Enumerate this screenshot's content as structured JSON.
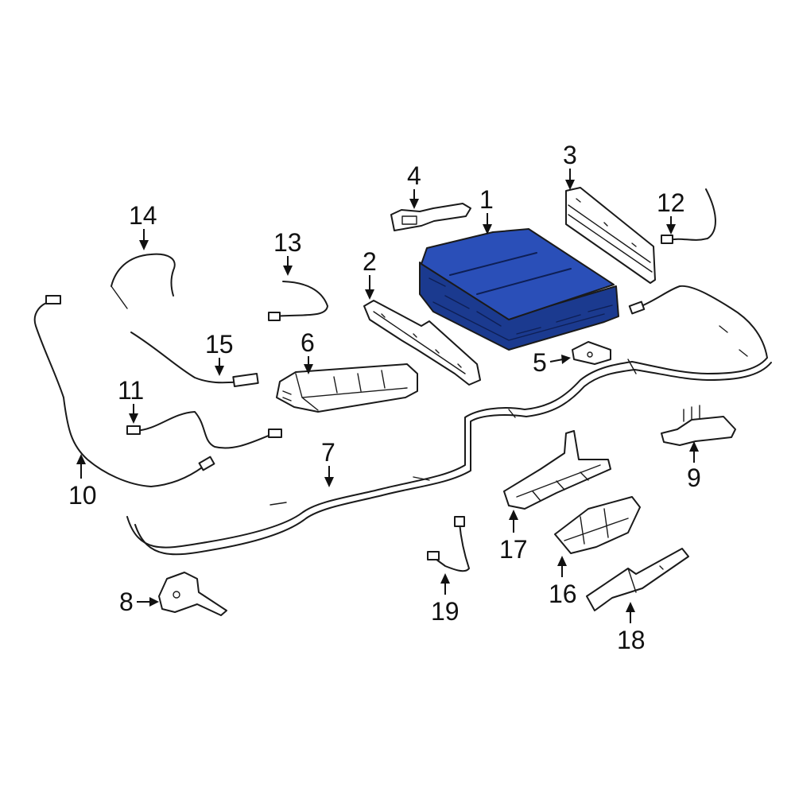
{
  "diagram": {
    "highlight_color": "#2a4fb8",
    "highlight_dark": "#1b3a8f",
    "line_color": "#1a1a1a",
    "callouts": {
      "c1": "1",
      "c2": "2",
      "c3": "3",
      "c4": "4",
      "c5": "5",
      "c6": "6",
      "c7": "7",
      "c8": "8",
      "c9": "9",
      "c10": "10",
      "c11": "11",
      "c12": "12",
      "c13": "13",
      "c14": "14",
      "c15": "15",
      "c16": "16",
      "c17": "17",
      "c18": "18",
      "c19": "19"
    }
  }
}
